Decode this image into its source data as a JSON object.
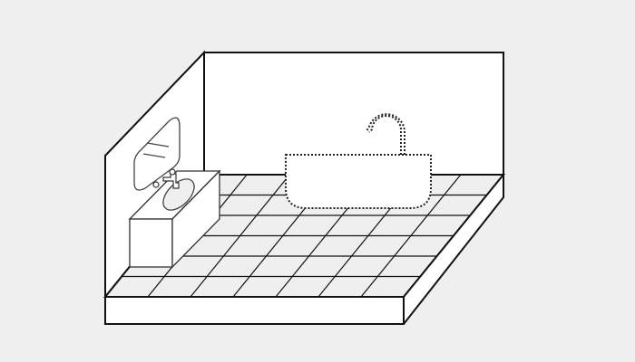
{
  "scene": {
    "background_color": "#efefef",
    "wall_color": "#ffffff",
    "floor_color": "#efefef",
    "line_color": "#111111",
    "floor_tile_rows": 6,
    "floor_tile_columns": 7,
    "objects": [
      "back-wall",
      "left-wall",
      "tiled-floor",
      "floor-slab",
      "vanity-cabinet",
      "sink-basin",
      "faucet",
      "wall-mirror",
      "bathtub-placeholder-dotted",
      "tub-spout-placeholder-dotted"
    ]
  }
}
